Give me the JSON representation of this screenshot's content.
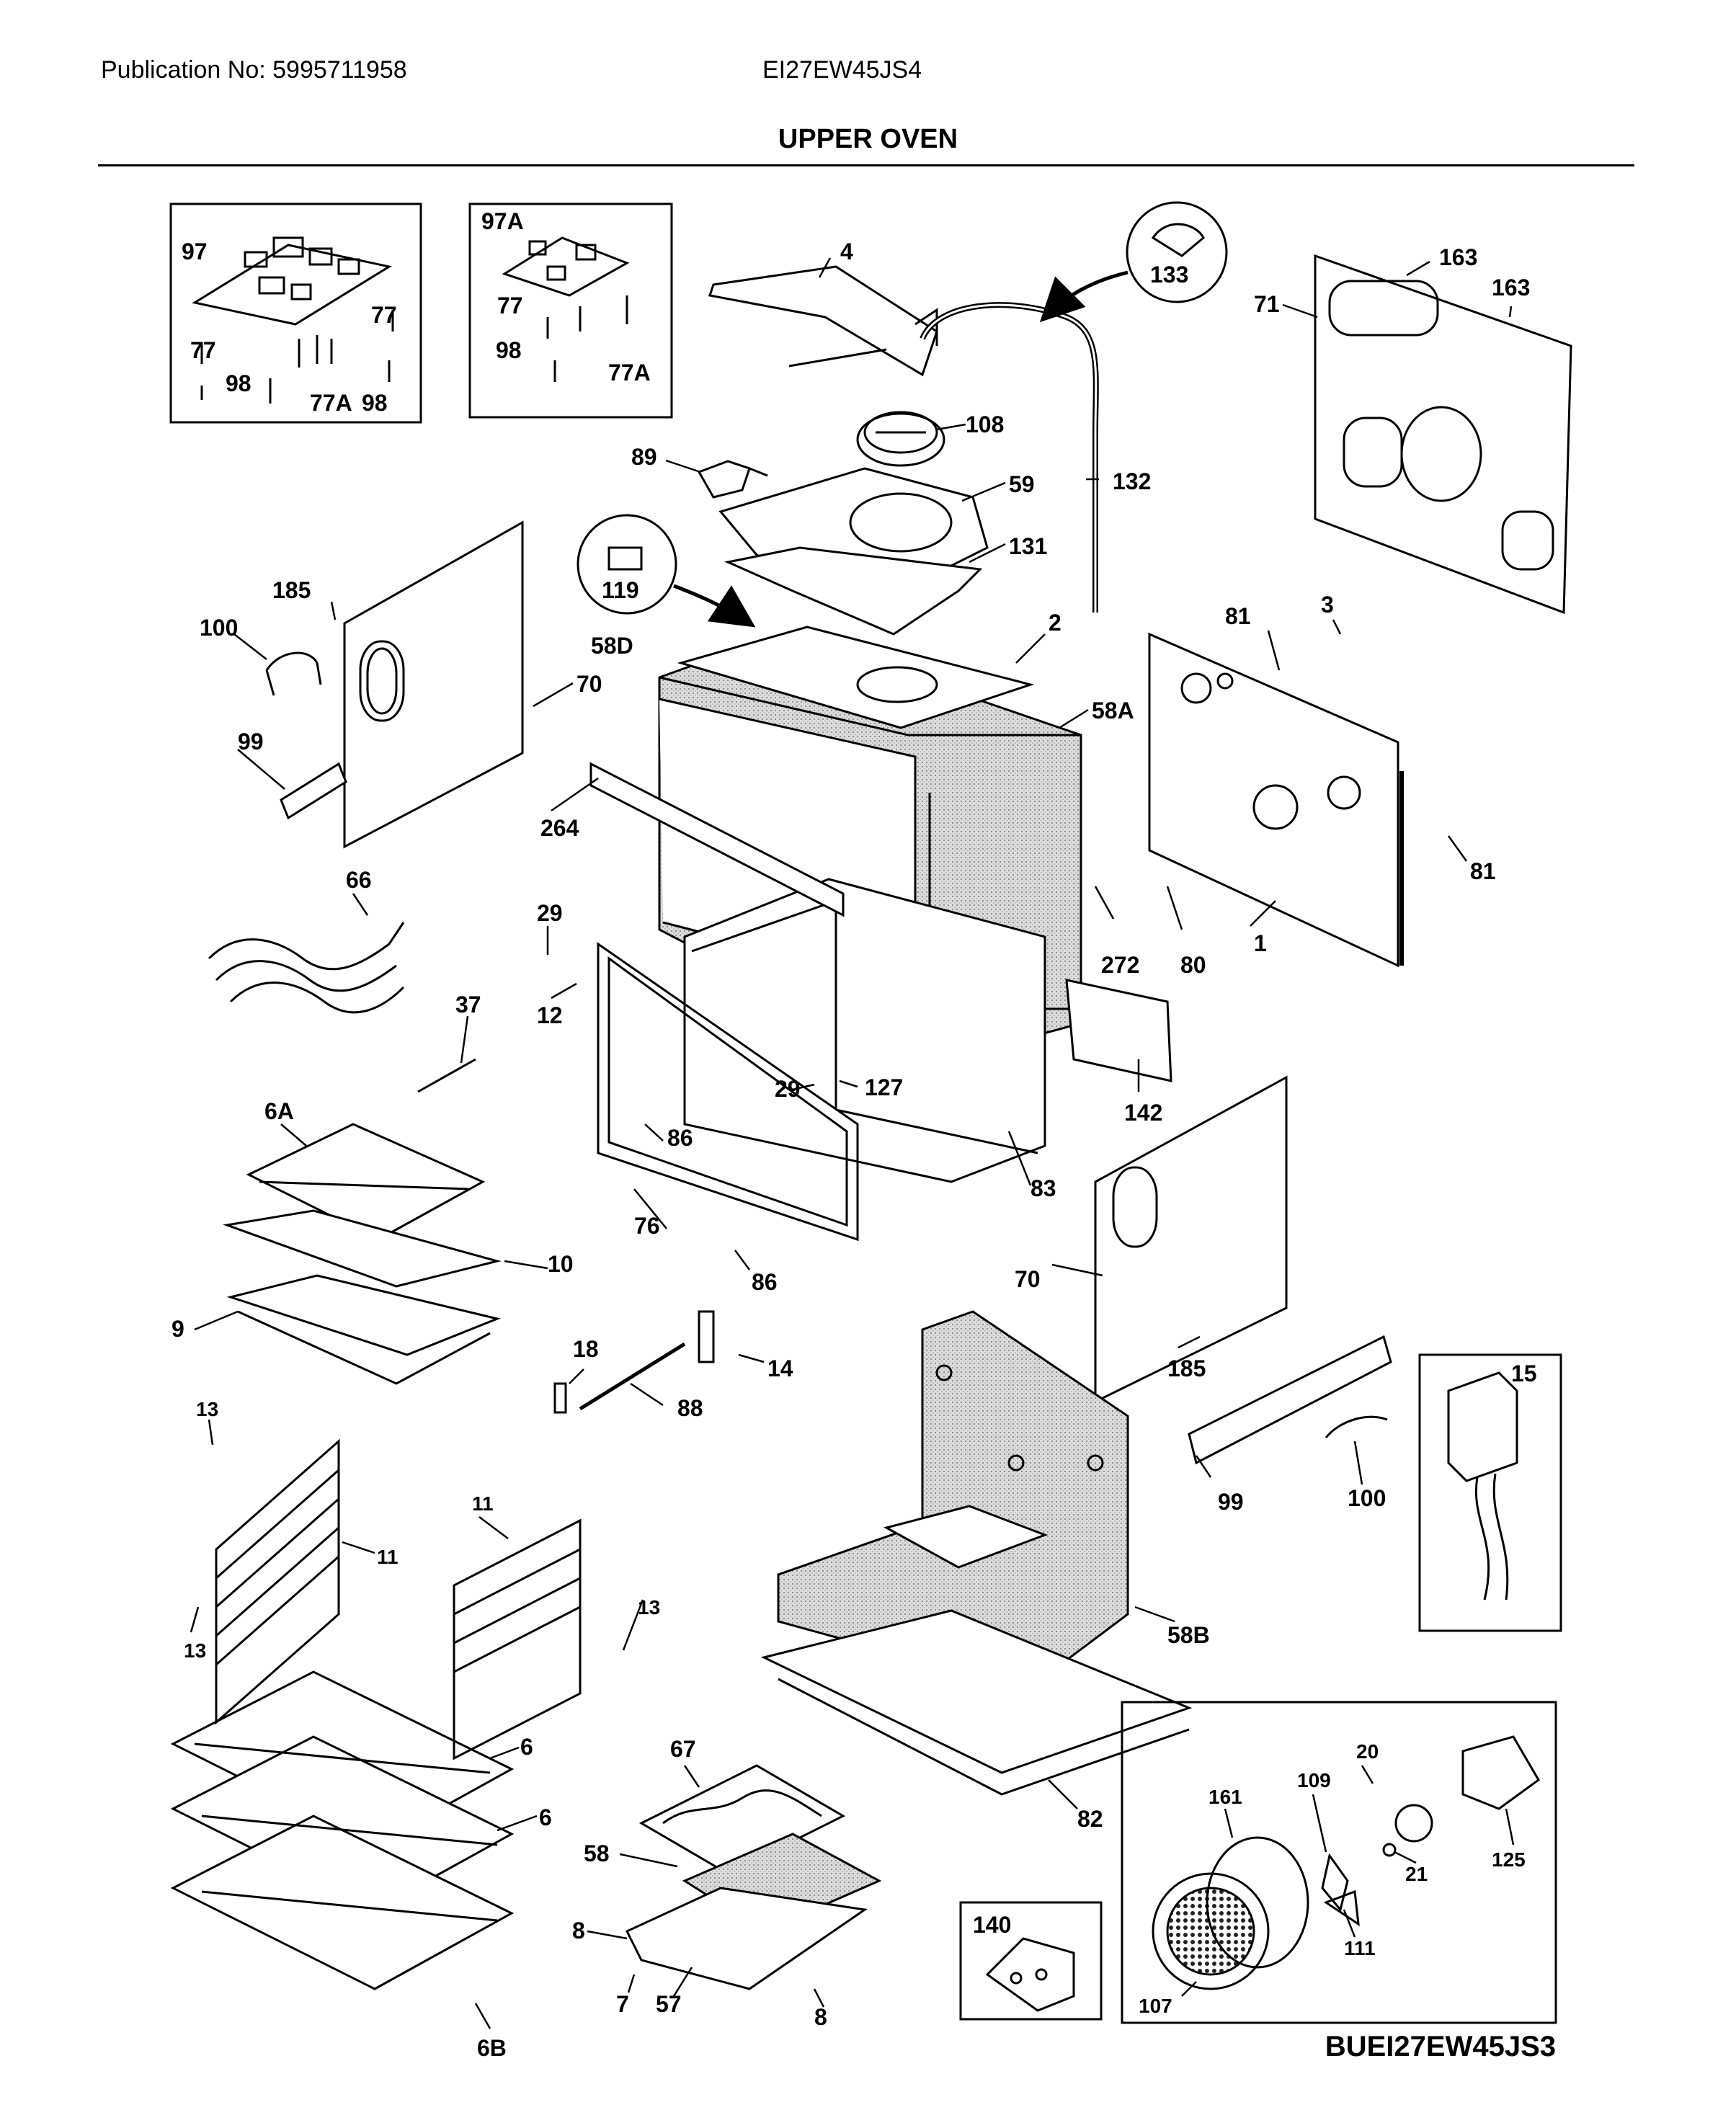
{
  "header": {
    "publication": "Publication No: 5995711958",
    "model": "EI27EW45JS4",
    "section": "UPPER OVEN"
  },
  "footer": {
    "code": "BUEI27EW45JS3"
  },
  "colors": {
    "ink": "#000000",
    "insulation": "#d2d2d2",
    "paper": "#ffffff"
  },
  "callouts": {
    "97": "97",
    "77": "77",
    "98": "98",
    "77A": "77A",
    "97A": "97A",
    "4": "4",
    "133": "133",
    "163": "163",
    "71": "71",
    "108": "108",
    "89": "89",
    "59": "59",
    "132": "132",
    "131": "131",
    "119": "119",
    "185": "185",
    "100": "100",
    "99": "99",
    "70": "70",
    "58D": "58D",
    "2": "2",
    "58A": "58A",
    "81": "81",
    "3": "3",
    "264": "264",
    "66": "66",
    "29": "29",
    "12": "12",
    "272": "272",
    "80": "80",
    "1": "1",
    "37": "37",
    "127": "127",
    "142": "142",
    "6A": "6A",
    "86": "86",
    "83": "83",
    "76": "76",
    "10": "10",
    "9": "9",
    "18": "18",
    "14": "14",
    "88": "88",
    "15": "15",
    "13": "13",
    "11": "11",
    "58B": "58B",
    "6": "6",
    "67": "67",
    "82": "82",
    "58": "58",
    "8": "8",
    "7": "7",
    "57": "57",
    "6B": "6B",
    "140": "140",
    "20": "20",
    "109": "109",
    "161": "161",
    "21": "21",
    "125": "125",
    "111": "111",
    "107": "107"
  }
}
